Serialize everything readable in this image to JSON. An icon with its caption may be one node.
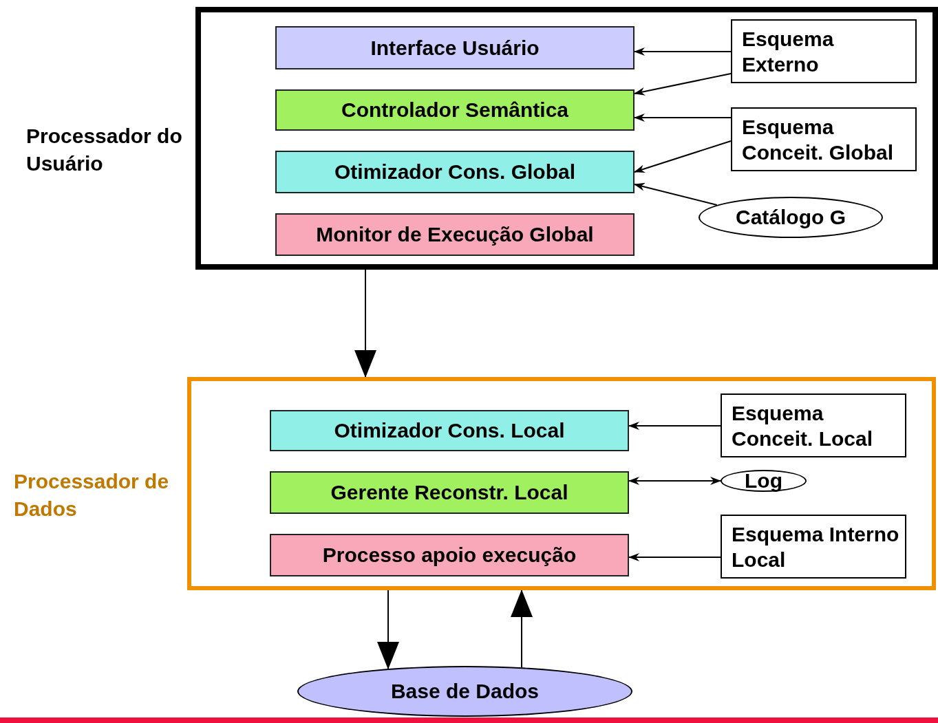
{
  "diagram": {
    "nodes": [
      {
        "text": [
          "Processador do Usuário"
        ]
      },
      {
        "text": [
          "Interface Usuário"
        ],
        "in": 0
      },
      {
        "text": [
          "Controlador Semântica"
        ],
        "in": 0
      },
      {
        "text": [
          "Otimizador Cons. Global"
        ],
        "in": 0
      },
      {
        "text": [
          "Monitor de Execução Global"
        ],
        "in": 0
      },
      {
        "text": [
          "Esquema Externo"
        ],
        "in": 0
      },
      {
        "text": [
          "Esquema Conceit. Global"
        ],
        "in": 0
      },
      {
        "text": [
          "Catálogo G"
        ],
        "in": 0
      },
      {
        "text": [
          "Processador de Dados"
        ]
      },
      {
        "text": [
          "Otimizador Cons. Local"
        ],
        "in": 8
      },
      {
        "text": [
          "Gerente Reconstr. Local"
        ],
        "in": 8
      },
      {
        "text": [
          "Processo apoio execução"
        ],
        "in": 8
      },
      {
        "text": [
          "Esquema Conceit. Local"
        ],
        "in": 8
      },
      {
        "text": [
          "Log"
        ],
        "in": 8
      },
      {
        "text": [
          "Esquema Interno Local"
        ],
        "in": 8
      },
      {
        "text": [
          "Base de Dados"
        ]
      }
    ],
    "edges": [
      {
        "from": 5,
        "to": 1,
        "arrow": "to"
      },
      {
        "from": 5,
        "to": 2,
        "arrow": "to"
      },
      {
        "from": 6,
        "to": 2,
        "arrow": "to"
      },
      {
        "from": 6,
        "to": 3,
        "arrow": "to"
      },
      {
        "from": 7,
        "to": 3,
        "arrow": "to"
      },
      {
        "from": 0,
        "to": 8,
        "arrow": "to"
      },
      {
        "from": 12,
        "to": 9,
        "arrow": "to"
      },
      {
        "from": 10,
        "to": 13,
        "arrow": "both"
      },
      {
        "from": 14,
        "to": 11,
        "arrow": "to"
      },
      {
        "from": 8,
        "to": 15,
        "arrow": "to"
      },
      {
        "from": 15,
        "to": 8,
        "arrow": "to"
      }
    ]
  }
}
